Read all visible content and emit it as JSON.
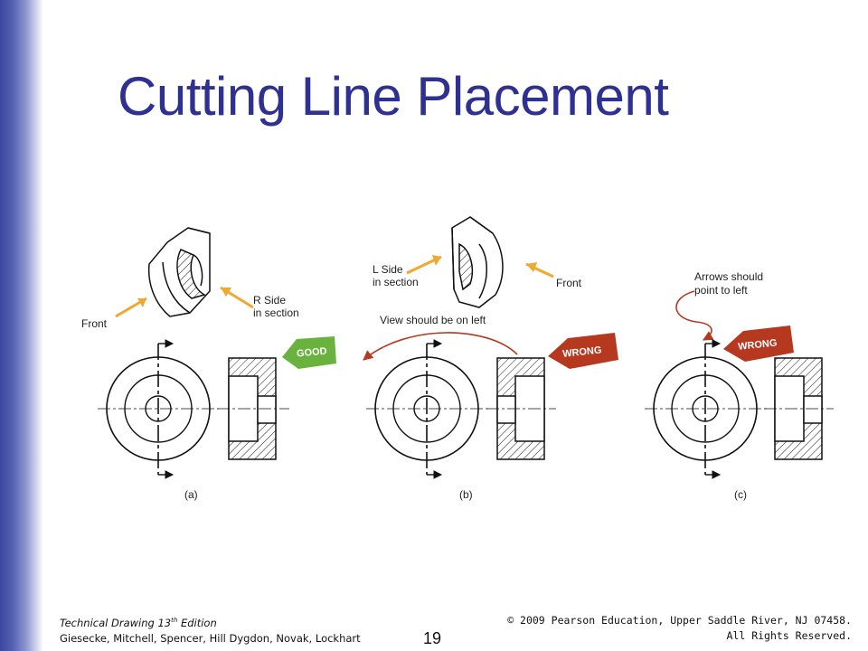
{
  "slide": {
    "title": "Cutting Line Placement",
    "page_number": "19"
  },
  "figure": {
    "panel_a": {
      "label_front": "Front",
      "label_side_1": "R Side",
      "label_side_2": "in section",
      "badge": "GOOD",
      "caption": "(a)"
    },
    "panel_b": {
      "label_side_1": "L Side",
      "label_side_2": "in section",
      "label_front": "Front",
      "note": "View should be on left",
      "badge": "WRONG",
      "caption": "(b)"
    },
    "panel_c": {
      "note_1": "Arrows should",
      "note_2": "point to left",
      "badge": "WRONG",
      "caption": "(c)"
    },
    "colors": {
      "good": "#6ab23e",
      "wrong": "#b5381f",
      "arrow": "#f0a830",
      "callout": "#b5381f"
    }
  },
  "footer": {
    "book_title": "Technical Drawing  13",
    "edition_sup": "th",
    "edition_word": " Edition",
    "authors": "Giesecke, Mitchell, Spencer, Hill Dygdon, Novak, Lockhart",
    "copyright": "© 2009 Pearson Education, Upper Saddle River, NJ 07458.",
    "rights": "All Rights Reserved."
  }
}
